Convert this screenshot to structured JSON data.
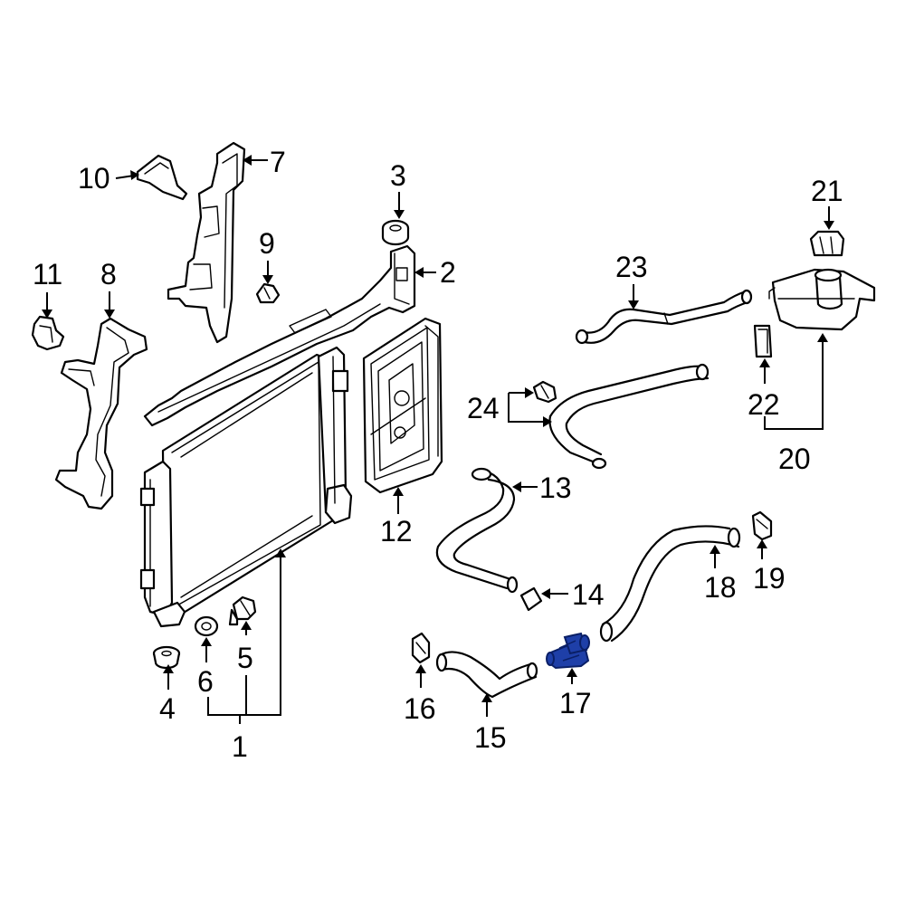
{
  "diagram": {
    "highlight_color": "#1e3fa8",
    "highlighted_part": "17",
    "callouts": {
      "c1": "1",
      "c2": "2",
      "c3": "3",
      "c4": "4",
      "c5": "5",
      "c6": "6",
      "c7": "7",
      "c8": "8",
      "c9": "9",
      "c10": "10",
      "c11": "11",
      "c12": "12",
      "c13": "13",
      "c14": "14",
      "c15": "15",
      "c16": "16",
      "c17": "17",
      "c18": "18",
      "c19": "19",
      "c20": "20",
      "c21": "21",
      "c22": "22",
      "c23": "23",
      "c24": "24"
    }
  }
}
